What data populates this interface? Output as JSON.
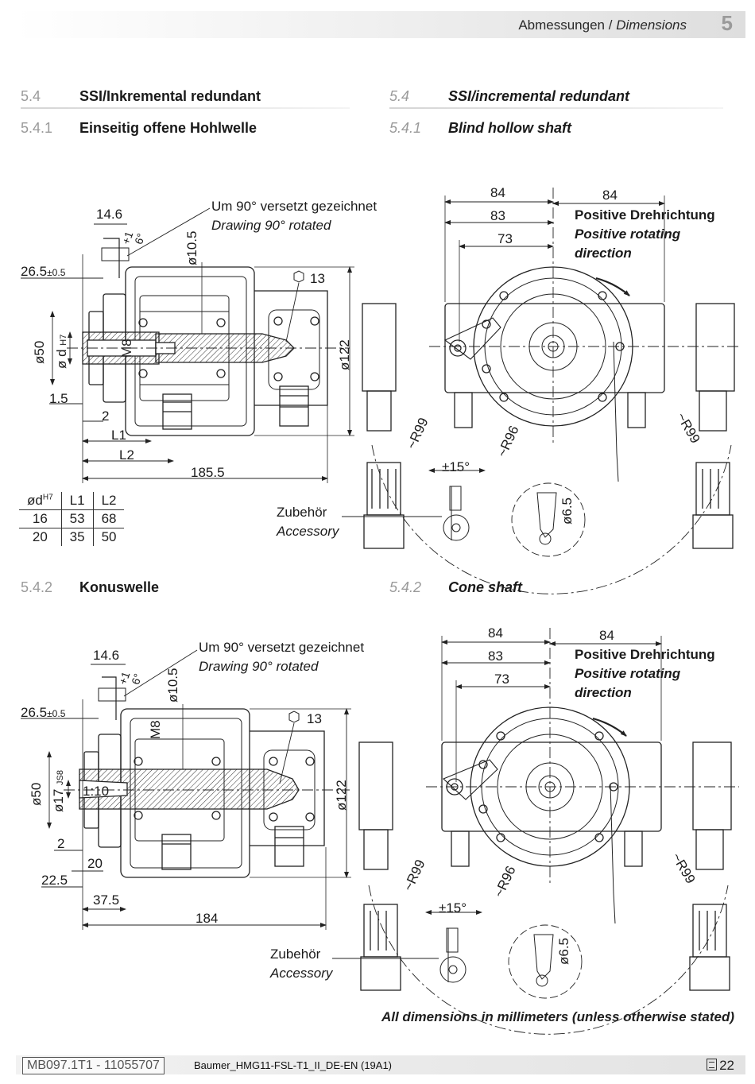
{
  "header": {
    "title_de": "Abmessungen /",
    "title_en": "Dimensions",
    "chapter": "5"
  },
  "sections": {
    "s54_de": {
      "num": "5.4",
      "title": "SSI/Inkremental redundant"
    },
    "s54_en": {
      "num": "5.4",
      "title": "SSI/incremental redundant"
    },
    "s541_de": {
      "num": "5.4.1",
      "title": "Einseitig offene Hohlwelle"
    },
    "s541_en": {
      "num": "5.4.1",
      "title": "Blind hollow shaft"
    },
    "s542_de": {
      "num": "5.4.2",
      "title": "Konuswelle"
    },
    "s542_en": {
      "num": "5.4.2",
      "title": "Cone shaft"
    }
  },
  "drawing1": {
    "rotated_de": "Um 90° versetzt gezeichnet",
    "rotated_en": "Drawing 90° rotated",
    "dim_14_6": "14.6",
    "dim_angle": "6°",
    "dim_pm": "+1",
    "dim_10_5": "ø10.5",
    "dim_26_5": "26.5",
    "tol_26_5": "±0.5",
    "dim_13": "13",
    "dim_50": "ø50",
    "dim_d": "ø d",
    "dim_d_sup": "H7",
    "dim_m8": "M8",
    "dim_122": "ø122",
    "dim_1_5": "1.5",
    "dim_2": "2",
    "dim_l1": "L1",
    "dim_l2": "L2",
    "dim_185_5": "185.5"
  },
  "table": {
    "headers": [
      "ød",
      "L1",
      "L2"
    ],
    "header_sup": "H7",
    "rows": [
      [
        "16",
        "53",
        "68"
      ],
      [
        "20",
        "35",
        "50"
      ]
    ]
  },
  "accessory1": {
    "de": "Zubehör",
    "en": "Accessory"
  },
  "front1": {
    "d84a": "84",
    "d84b": "84",
    "d83": "83",
    "d73": "73",
    "rot_de": "Positive Drehrichtung",
    "rot_en1": "Positive rotating",
    "rot_en2": "direction",
    "r99a": "~R99",
    "r96": "~R96",
    "r99b": "~R99",
    "pm15": "±15°",
    "d6_5": "ø6.5"
  },
  "drawing2": {
    "rotated_de": "Um 90° versetzt gezeichnet",
    "rotated_en": "Drawing 90° rotated",
    "dim_14_6": "14.6",
    "dim_angle": "6°",
    "dim_pm": "+1",
    "dim_10_5": "ø10.5",
    "dim_26_5": "26.5",
    "tol_26_5": "±0.5",
    "dim_13": "13",
    "dim_m8": "M8",
    "dim_50": "ø50",
    "dim_17": "ø17",
    "dim_17_sup": "JS8",
    "dim_taper": "1:10",
    "dim_122": "ø122",
    "dim_2": "2",
    "dim_20": "20",
    "dim_22_5": "22.5",
    "dim_37_5": "37.5",
    "dim_184": "184"
  },
  "accessory2": {
    "de": "Zubehör",
    "en": "Accessory"
  },
  "front2": {
    "d84a": "84",
    "d84b": "84",
    "d83": "83",
    "d73": "73",
    "rot_de": "Positive Drehrichtung",
    "rot_en1": "Positive rotating",
    "rot_en2": "direction",
    "r99a": "~R99",
    "r96": "~R96",
    "r99b": "~R99",
    "pm15": "±15°",
    "d6_5": "ø6.5"
  },
  "note": "All dimensions in millimeters (unless otherwise stated)",
  "footer": {
    "doc_id": "MB097.1T1 - 11055707",
    "file": "Baumer_HMG11-FSL-T1_II_DE-EN (19A1)",
    "page": "22"
  }
}
